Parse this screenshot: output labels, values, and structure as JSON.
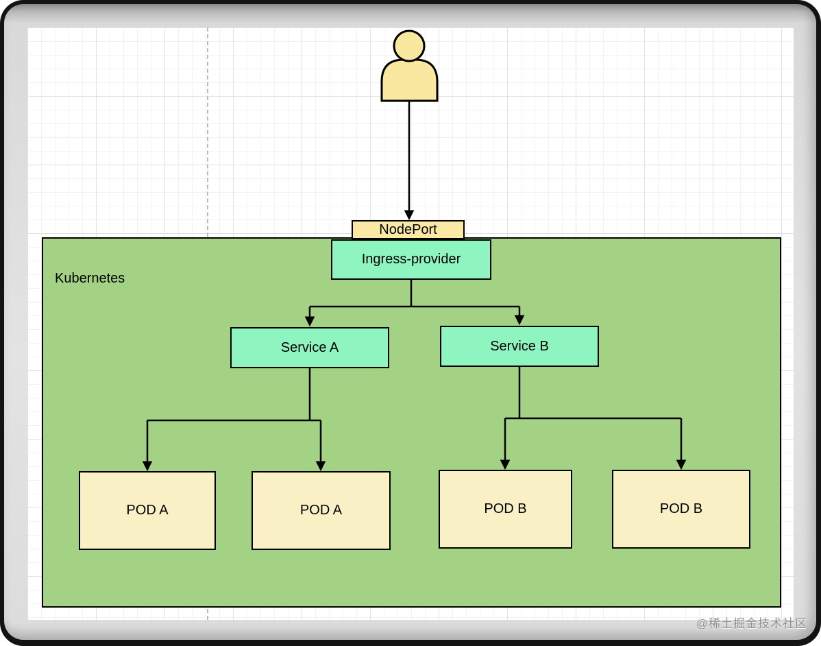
{
  "diagram": {
    "container": {
      "label": "Kubernetes",
      "fill": "#A3D284"
    },
    "nodes": {
      "nodeport": {
        "label": "NodePort",
        "fill": "#FAE9A5"
      },
      "ingress": {
        "label": "Ingress-provider",
        "fill": "#8FF5C0"
      },
      "service_a": {
        "label": "Service A",
        "fill": "#8FF5C0"
      },
      "service_b": {
        "label": "Service B",
        "fill": "#8FF5C0"
      },
      "pod_a1": {
        "label": "POD A",
        "fill": "#FAF0C6"
      },
      "pod_a2": {
        "label": "POD A",
        "fill": "#FAF0C6"
      },
      "pod_b1": {
        "label": "POD B",
        "fill": "#FAF0C6"
      },
      "pod_b2": {
        "label": "POD B",
        "fill": "#FAF0C6"
      }
    },
    "icons": {
      "actor": "user-icon"
    },
    "colors": {
      "stroke": "#000000",
      "actor_fill": "#FAE8A0",
      "page_divider": "#B9B9B9",
      "grid_minor": "#F2F2F2",
      "grid_major": "#E2E2E2"
    }
  },
  "watermark": {
    "text": "@稀土掘金技术社区"
  }
}
